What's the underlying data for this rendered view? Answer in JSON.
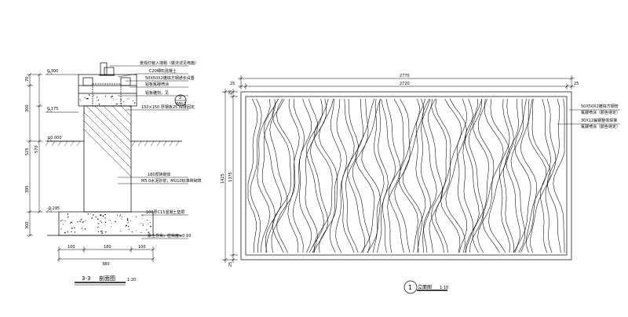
{
  "section": {
    "elevations": [
      "0.300",
      "0.175",
      "±0.000",
      "-0.295"
    ],
    "left_dims": [
      "70",
      "300",
      "525",
      "570",
      "395",
      "300"
    ],
    "bottom_dims": [
      "100",
      "180",
      "100",
      "380"
    ],
    "label_number": "3-3",
    "label_title": "剖面图",
    "label_scale": "1:20",
    "notes": [
      "景观灯嵌入墙帽（做法详见电施）",
      "C20细石混凝土",
      "50X50X2镀锌方钢通长设置",
      "铝板氟碳喷涂",
      "铝板雕刻，见",
      "150×150 厚钢板25 焊接固定",
      "180厚砖砌体",
      "M5.0水泥砂浆，MU10标准砖砌筑",
      "100厚C15混凝土垫层",
      "素土夯实，密实度≥0.93"
    ],
    "callout_top": "2",
    "callout_bottom": "WH-1"
  },
  "elevation": {
    "dim_total": "2770",
    "dim_inner": "2720",
    "dim_side_left": "25",
    "dim_side_right": "25",
    "dim_height_total": "1425",
    "dim_height_inner": "1375",
    "dim_vert_top": "25",
    "dim_vert_bottom": "25",
    "notes": [
      "50X50X2镀锌方钢管",
      "氟碳喷涂（颜色待定）",
      "30X12扁钢整体焊接",
      "氟碳喷涂（颜色待定）"
    ],
    "label_number": "1",
    "label_title": "立面图",
    "label_scale": "1:10"
  }
}
